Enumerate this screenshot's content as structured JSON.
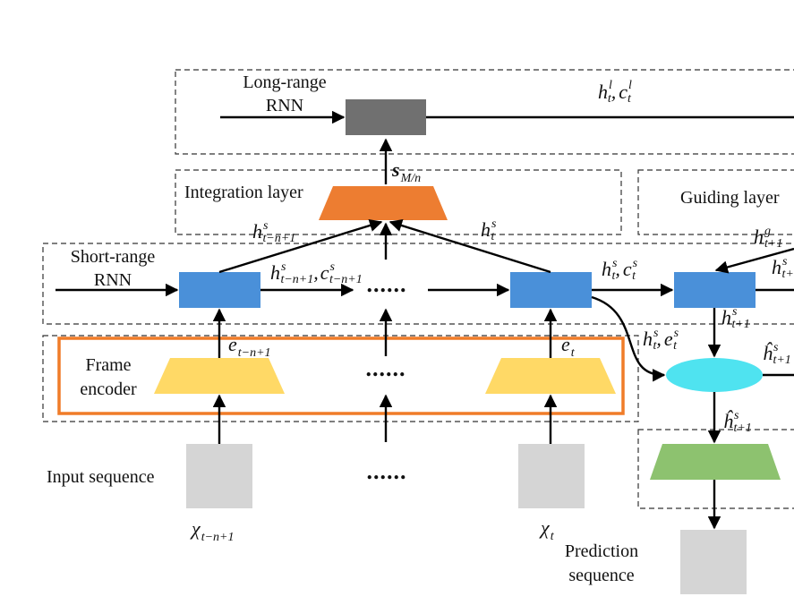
{
  "layers": {
    "long_range": "Long-range",
    "long_range_2": "RNN",
    "integration": "Integration layer",
    "guiding": "Guiding layer",
    "short_range": "Short-range",
    "short_range_2": "RNN",
    "frame_encoder": "Frame",
    "frame_encoder_2": "encoder",
    "input_sequence": "Input sequence",
    "prediction_sequence": "Prediction",
    "prediction_sequence_2": "sequence"
  },
  "ellipsis": "......",
  "math": {
    "h": "h",
    "c": "c",
    "e": "e",
    "s": "s",
    "x": "χ",
    "comma": ",",
    "hat": "ĥ",
    "sup_l": "l",
    "sup_s": "s",
    "sup_g": "g",
    "sub_t": "t",
    "sub_tn1": "t−n+1",
    "sub_t1": "t+1",
    "sub_Mn": "M/n"
  },
  "colors": {
    "rnn_cell": "#4a90d9",
    "long_cell": "#707070",
    "integration": "#ed7d31",
    "encoder": "#ffd966",
    "decoder": "#8dc26f",
    "guide_ellipse": "#4fe3f0",
    "frame": "#d5d5d5",
    "highlight": "#f07c28"
  }
}
